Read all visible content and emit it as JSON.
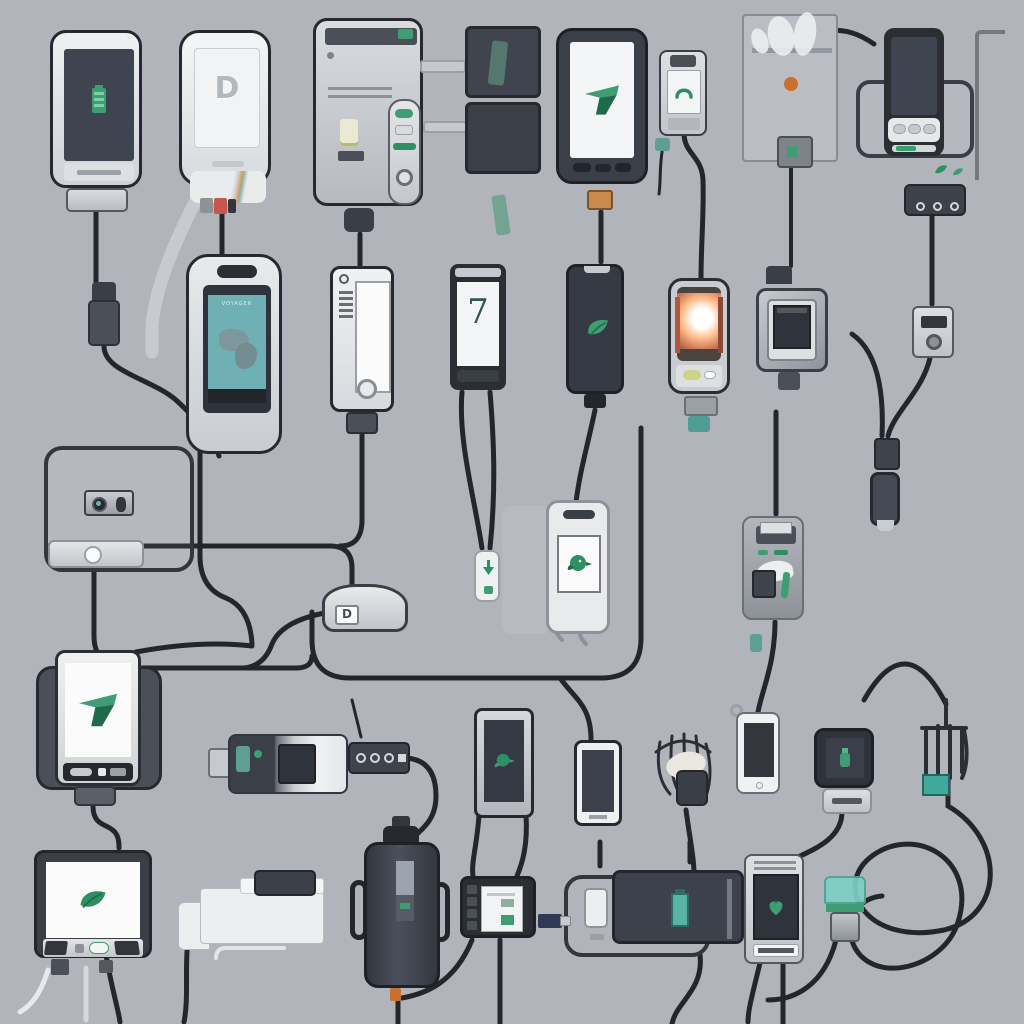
{
  "scene": {
    "description": "Flat cartoon illustration of many mobile phones, chargers, docks, adapters and monitors mounted on a gray wall, all linked together by black charging cables",
    "background": "#b1b5bb",
    "wire_color": "#23262b",
    "accent_green": "#2e8f63",
    "accent_teal": "#46a99c",
    "glow_orange": "#ff9e63",
    "device_silver": "#dfe1e4",
    "device_dark": "#3c414b"
  },
  "texts": {
    "phone_b_logo": "D",
    "mouse_label": "D",
    "phone_k_digit": "7",
    "voyager_screen_label": "VOYAGER"
  },
  "devices": [
    {
      "name": "phone-battery-topleft",
      "type": "phone",
      "icon": "battery-icon"
    },
    {
      "name": "phone-d-logo",
      "type": "phone",
      "icon": "d-logo"
    },
    {
      "name": "tower-unit",
      "type": "desktop-tower",
      "icon": "remote-buttons"
    },
    {
      "name": "dual-module-dock",
      "type": "dock"
    },
    {
      "name": "phone-flag-logo",
      "type": "phone",
      "icon": "flag-7-logo"
    },
    {
      "name": "mini-phone-call",
      "type": "phone",
      "icon": "handset-icon"
    },
    {
      "name": "wall-pin-panel",
      "type": "wall-plate",
      "icon": "match-pin"
    },
    {
      "name": "phone-cradle-dock",
      "type": "dock",
      "icon": "port-circles"
    },
    {
      "name": "phone-voyager",
      "type": "phone",
      "icon": "map-blob"
    },
    {
      "name": "media-player-white",
      "type": "media-player",
      "icon": "dial-button"
    },
    {
      "name": "phone-digit-seven",
      "type": "phone",
      "icon": "seven-glyph"
    },
    {
      "name": "phone-leaf-dark",
      "type": "phone",
      "icon": "leaf-icon"
    },
    {
      "name": "glow-lamp-box",
      "type": "lamp-module"
    },
    {
      "name": "wall-charger-square",
      "type": "charger"
    },
    {
      "name": "small-outlet",
      "type": "outlet"
    },
    {
      "name": "usb-dongle-chain",
      "type": "dongle"
    },
    {
      "name": "device-back-panel",
      "type": "back-cover",
      "icon": "camera-module"
    },
    {
      "name": "mouse-device",
      "type": "mouse",
      "icon": "d-label"
    },
    {
      "name": "mini-remote",
      "type": "remote",
      "icon": "down-arrow-icon"
    },
    {
      "name": "charger-bird-screen",
      "type": "charger",
      "icon": "bird-icon"
    },
    {
      "name": "gray-dock-station",
      "type": "dock"
    },
    {
      "name": "tablet-dock",
      "type": "tablet",
      "icon": "flag-7-logo"
    },
    {
      "name": "car-charger-strip",
      "type": "charger-strip",
      "icon": "socket-circles"
    },
    {
      "name": "phone-bird-dark",
      "type": "phone",
      "icon": "bird-icon"
    },
    {
      "name": "phone-white-small",
      "type": "phone"
    },
    {
      "name": "whisk-plug",
      "type": "plug"
    },
    {
      "name": "tablet-mini-keyring",
      "type": "tablet"
    },
    {
      "name": "cube-charger-screen",
      "type": "charger",
      "icon": "bottle-icon"
    },
    {
      "name": "fork-plug-teal",
      "type": "plug"
    },
    {
      "name": "monitor-leaf",
      "type": "monitor",
      "icon": "leaf-icon"
    },
    {
      "name": "printer-white",
      "type": "printer"
    },
    {
      "name": "power-bank-tall",
      "type": "power-bank"
    },
    {
      "name": "card-reader-hub",
      "type": "hub"
    },
    {
      "name": "battery-tray",
      "type": "dock",
      "icon": "battery-icon"
    },
    {
      "name": "phone-leaf-bottom",
      "type": "phone",
      "icon": "leaf-icon"
    },
    {
      "name": "teal-adapter-clip",
      "type": "adapter"
    },
    {
      "name": "cable-coil",
      "type": "cable"
    }
  ]
}
